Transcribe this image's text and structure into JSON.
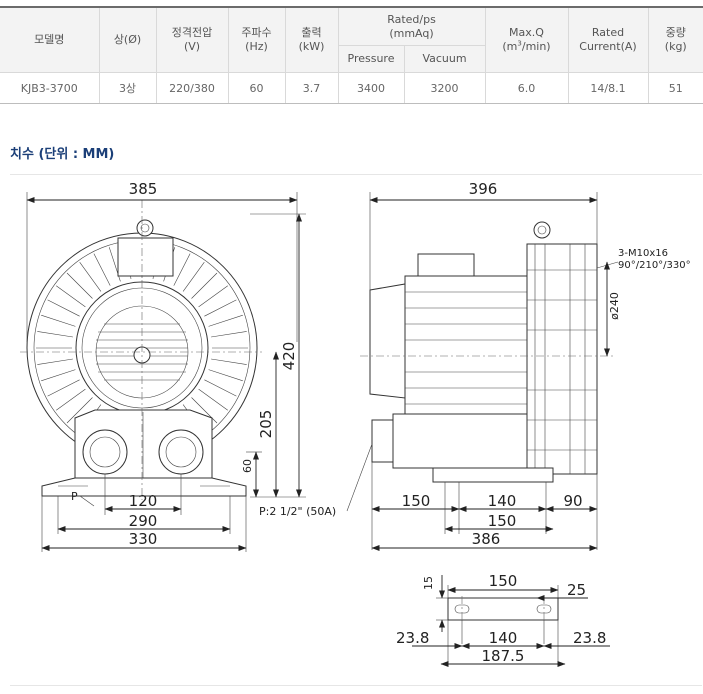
{
  "spec_table": {
    "headers": {
      "model": "모델명",
      "phase": "상(Ø)",
      "voltage": "정격전압",
      "voltage_unit": "(V)",
      "frequency": "주파수",
      "frequency_unit": "(Hz)",
      "output": "출력",
      "output_unit": "(kW)",
      "rated_ps": "Rated/ps",
      "rated_ps_unit": "(mmAq)",
      "pressure": "Pressure",
      "vacuum": "Vacuum",
      "max_q": "Max.Q",
      "max_q_unit_pre": "(m",
      "max_q_unit_sup": "3",
      "max_q_unit_post": "/min)",
      "rated_current": "Rated",
      "rated_current_unit": "Current(A)",
      "weight": "중량",
      "weight_unit": "(kg)"
    },
    "row": {
      "model": "KJB3-3700",
      "phase": "3상",
      "voltage": "220/380",
      "frequency": "60",
      "output": "3.7",
      "pressure": "3400",
      "vacuum": "3200",
      "max_q": "6.0",
      "rated_current": "14/8.1",
      "weight": "51"
    }
  },
  "section_heading": "치수 (단위 : MM)",
  "dimensions": {
    "front": {
      "width_top": "385",
      "height_total": "420",
      "height_center": "205",
      "height_base": "60",
      "port_spacing": "120",
      "foot_span": "290",
      "base_width": "330",
      "port_label": "P",
      "port_note": "P:2 1/2\" (50A)"
    },
    "side": {
      "length_top": "396",
      "bolt_note": "3-M10x16",
      "bolt_angles": "90°/210°/330°",
      "flange_dia": "ø240",
      "offset_left": "150",
      "foot_span": "140",
      "offset_right": "90",
      "foot_inner": "150",
      "length_base": "386"
    },
    "foot": {
      "height": "15",
      "top_span": "150",
      "slot": "25",
      "left_offset": "23.8",
      "hole_span": "140",
      "right_offset": "23.8",
      "total": "187.5"
    }
  }
}
